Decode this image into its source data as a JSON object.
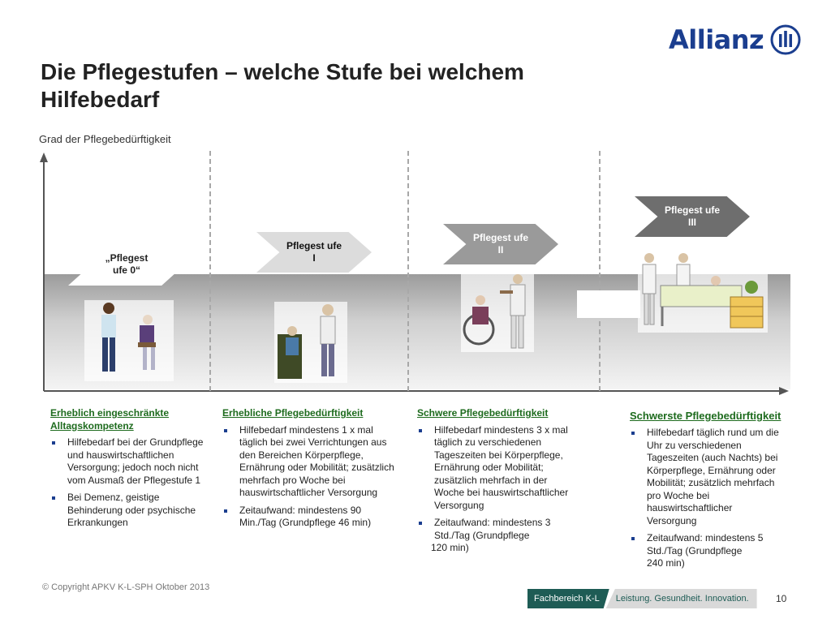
{
  "header": {
    "logo_text": "Allianz",
    "title": "Die Pflegestufen – welche Stufe bei welchem Hilfebedarf"
  },
  "diagram": {
    "axis_label": "Grad der Pflegebedürftigkeit",
    "stages": [
      {
        "label": "„Pflegest ufe 0“",
        "color": "#ffffff",
        "text_color": "#222222",
        "heading": "Erheblich eingeschränkte Alltagskompetenz",
        "items": [
          "Hilfebedarf bei der Grundpflege und hauswirtschaftlichen Versorgung; jedoch noch nicht vom Ausmaß der Pflegestufe 1",
          "Bei Demenz, geistige Behinderung oder psychische Erkrankungen"
        ],
        "tail": ""
      },
      {
        "label": "Pflegest ufe I",
        "color": "#dcdcdc",
        "text_color": "#111111",
        "heading": "Erhebliche Pflegebedürftigkeit",
        "items": [
          "Hilfebedarf mindestens 1 x mal täglich bei zwei Verrichtungen aus den Bereichen Körperpflege, Ernährung oder Mobilität; zusätzlich mehrfach pro Woche bei hauswirtschaftlicher Versorgung",
          "Zeitaufwand: mindestens 90 Min./Tag (Grundpflege 46 min)"
        ],
        "tail": ""
      },
      {
        "label": "Pflegest ufe II",
        "color": "#9a9a9a",
        "text_color": "#ffffff",
        "heading": "Schwere Pflegebedürftigkeit",
        "items": [
          "Hilfebedarf mindestens 3 x mal täglich zu verschiedenen Tageszeiten bei Körperpflege, Ernährung oder Mobilität; zusätzlich mehrfach in der Woche bei hauswirtschaftlicher Versorgung",
          "Zeitaufwand: mindestens 3 Std./Tag (Grundpflege"
        ],
        "tail": "120 min)"
      },
      {
        "label": "Pflegest ufe III",
        "color": "#6e6e6e",
        "text_color": "#ffffff",
        "heading": "Schwerste Pflegebedürftigkeit",
        "items": [
          "Hilfebedarf täglich rund um die Uhr zu verschiedenen Tageszeiten (auch Nachts) bei Körperpflege, Ernährung oder Mobilität; zusätzlich mehrfach pro Woche bei hauswirtschaftlicher Versorgung",
          "Zeitaufwand: mindestens 5 Std./Tag (Grundpflege"
        ],
        "tail": "240 min)"
      }
    ]
  },
  "footer": {
    "copyright": "© Copyright APKV K-L-SPH Oktober 2013",
    "department": "Fachbereich K-L",
    "slogan": "Leistung. Gesundheit. Innovation.",
    "page_number": "10"
  },
  "colors": {
    "brand_blue": "#1b3e8f",
    "heading_green": "#1e6b1e",
    "footer_teal": "#1e5c55"
  }
}
